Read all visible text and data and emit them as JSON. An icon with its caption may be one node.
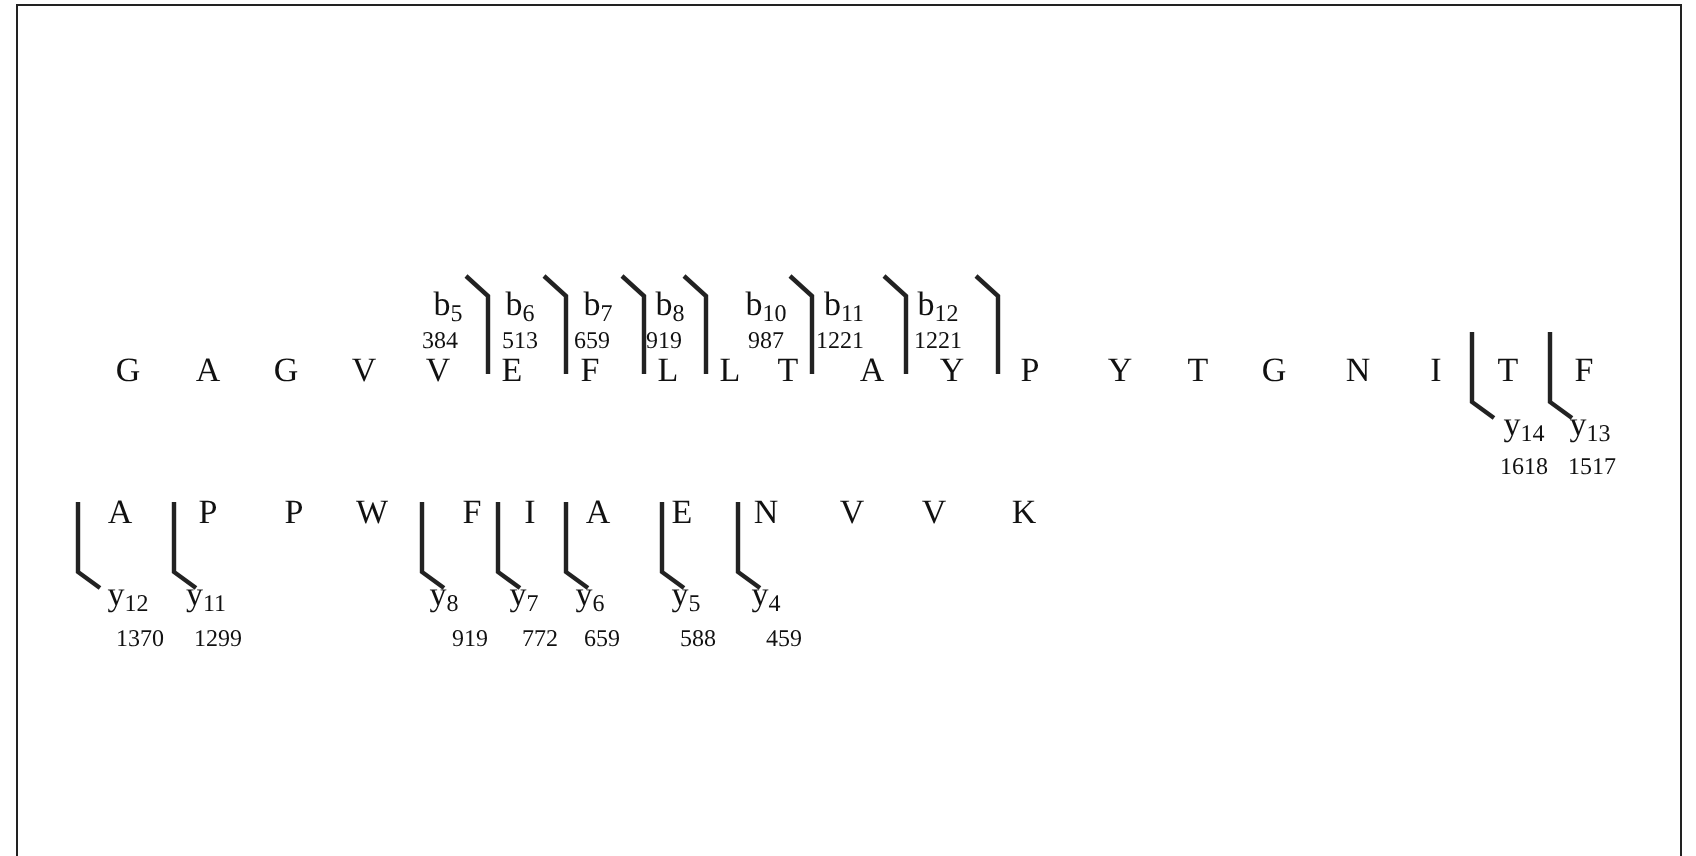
{
  "diagram": {
    "labels": [
      "b$_{5}$",
      "b$_{6}$",
      "b$_{7}$",
      "b$_{8}$",
      "b$_{10}$",
      "b$_{11}$",
      "b$_{12}$",
      "384",
      "513",
      "659",
      "919",
      "987",
      "1221",
      "1221",
      "G",
      "A",
      "G",
      "V",
      "V",
      "E",
      "F",
      "L",
      "L",
      "T",
      "A",
      "Y",
      "P",
      "Y",
      "T",
      "G",
      "N",
      "I",
      "T",
      "F",
      "y$_{14}$",
      "y$_{13}$",
      "1618",
      "1517",
      "A",
      "P",
      "P",
      "W",
      "F",
      "I",
      "A",
      "E",
      "N",
      "V",
      "V",
      "K",
      "y$_{12}$",
      "y$_{11}$",
      "y$_{8}$",
      "y$_{7}$",
      "y$_{6}$",
      "y$_{5}$",
      "y$_{4}$",
      "1370",
      "1299",
      "919",
      "772",
      "659",
      "588",
      "459"
    ]
  }
}
